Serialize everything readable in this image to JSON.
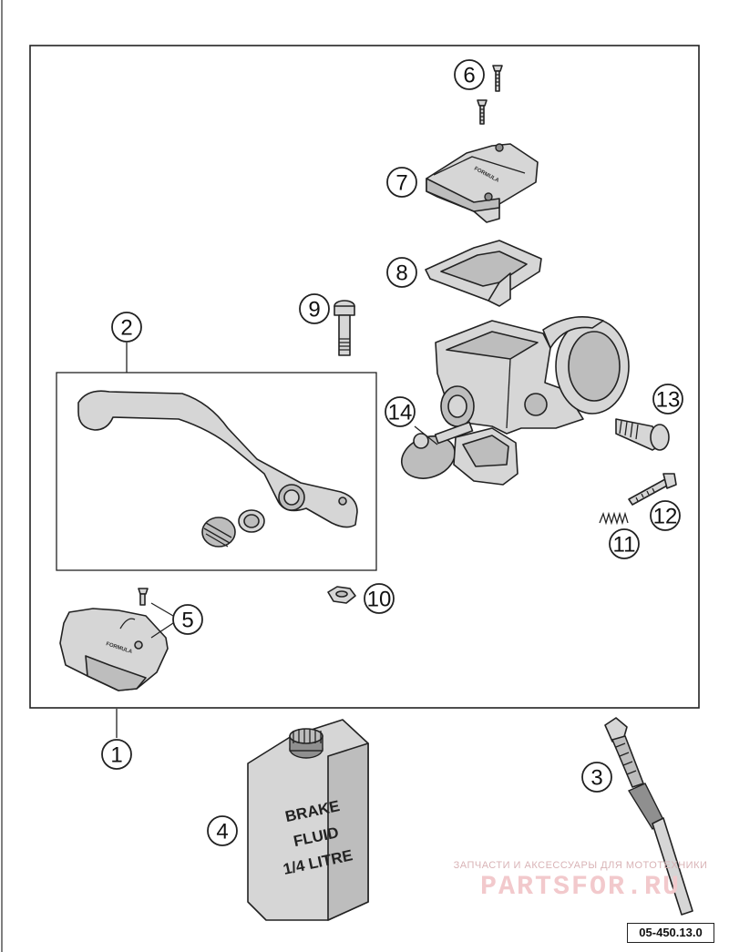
{
  "callouts": [
    "1",
    "2",
    "3",
    "4",
    "5",
    "6",
    "7",
    "8",
    "9",
    "10",
    "11",
    "12",
    "13",
    "14"
  ],
  "bottle_label": [
    "BRAKE",
    "FLUID",
    "1/4 LITRE"
  ],
  "logo_text": "FORMULA",
  "watermark": {
    "top_text": "ЗАПЧАСТИ И АКСЕССУАРЫ ДЛЯ МОТОТЕХНИКИ",
    "brand": "PARTSFOR.RU"
  },
  "reference_code": "05-450.13.0"
}
